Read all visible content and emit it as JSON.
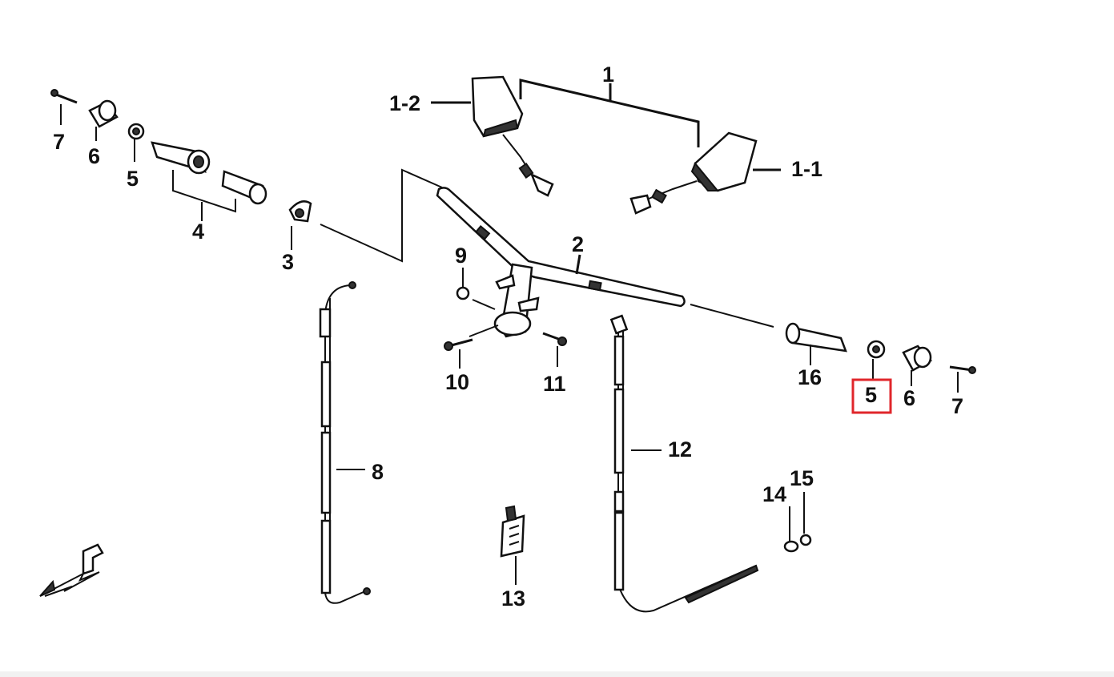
{
  "diagram": {
    "labels": {
      "p1": "1",
      "p1_1": "1-1",
      "p1_2": "1-2",
      "p2": "2",
      "p3": "3",
      "p4": "4",
      "p5_left": "5",
      "p5_right": "5",
      "p6_left": "6",
      "p6_right": "6",
      "p7_left": "7",
      "p7_right": "7",
      "p8": "8",
      "p9": "9",
      "p10": "10",
      "p11": "11",
      "p12": "12",
      "p13": "13",
      "p14": "14",
      "p15": "15",
      "p16": "16"
    },
    "highlight_color": "#e0262b"
  }
}
